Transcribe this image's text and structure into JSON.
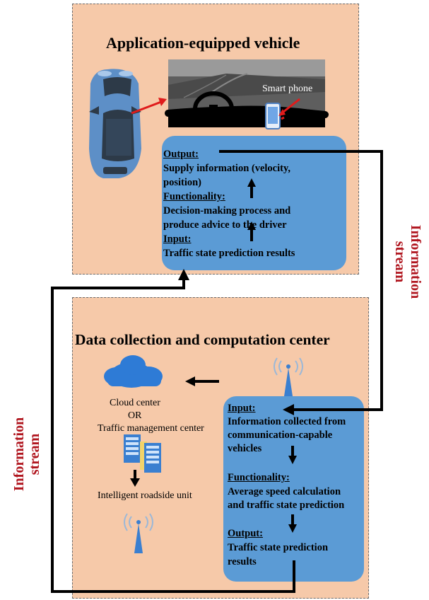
{
  "top_panel": {
    "title": "Application-equipped vehicle",
    "smart_phone_label": "Smart phone",
    "box": {
      "output_heading": "Output:",
      "output_line1": "Supply information (velocity,",
      "output_line2": "position)",
      "functionality_heading": "Functionality:",
      "functionality_line1": "Decision-making process and",
      "functionality_line2": "produce advice to the driver",
      "input_heading": "Input:",
      "input_line1": "Traffic state prediction results"
    }
  },
  "bottom_panel": {
    "title": "Data collection and computation center",
    "cloud_label_line1": "Cloud center",
    "cloud_label_line2": "OR",
    "cloud_label_line3": "Traffic management center",
    "roadside_label": "Intelligent roadside unit",
    "box": {
      "input_heading": "Input:",
      "input_line1": "Information collected from",
      "input_line2": "communication-capable",
      "input_line3": "vehicles",
      "functionality_heading": "Functionality:",
      "functionality_line1": "Average speed calculation",
      "functionality_line2": "and traffic state prediction",
      "output_heading": "Output:",
      "output_line1": "Traffic state prediction",
      "output_line2": "results"
    }
  },
  "flow_labels": {
    "right": "Information stream",
    "left": "Information stream"
  },
  "colors": {
    "panel": "#f6c9a9",
    "box": "#5b9bd5",
    "label_red": "#b0151e",
    "arrow": "#000000",
    "highlight_arrow": "#e01b1b"
  }
}
